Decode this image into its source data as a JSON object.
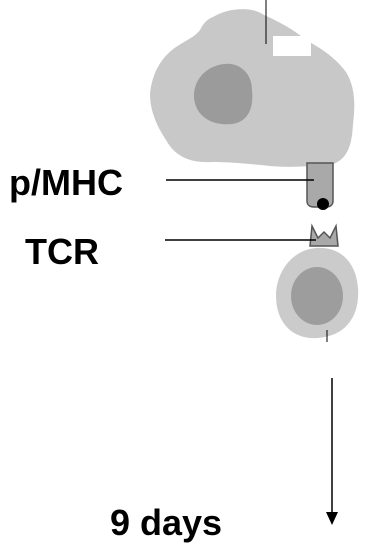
{
  "labels": {
    "pmhc": "p/MHC",
    "tcr": "TCR",
    "duration": "9 days"
  },
  "colors": {
    "apc_body": "#c8c8c8",
    "apc_nucleus": "#9b9b9b",
    "t_cell_body": "#cbcbcb",
    "t_cell_nucleus": "#9d9d9d",
    "mhc_fill": "#a9a9a9",
    "peptide": "#000000",
    "line": "#000000",
    "background": "#ffffff"
  }
}
